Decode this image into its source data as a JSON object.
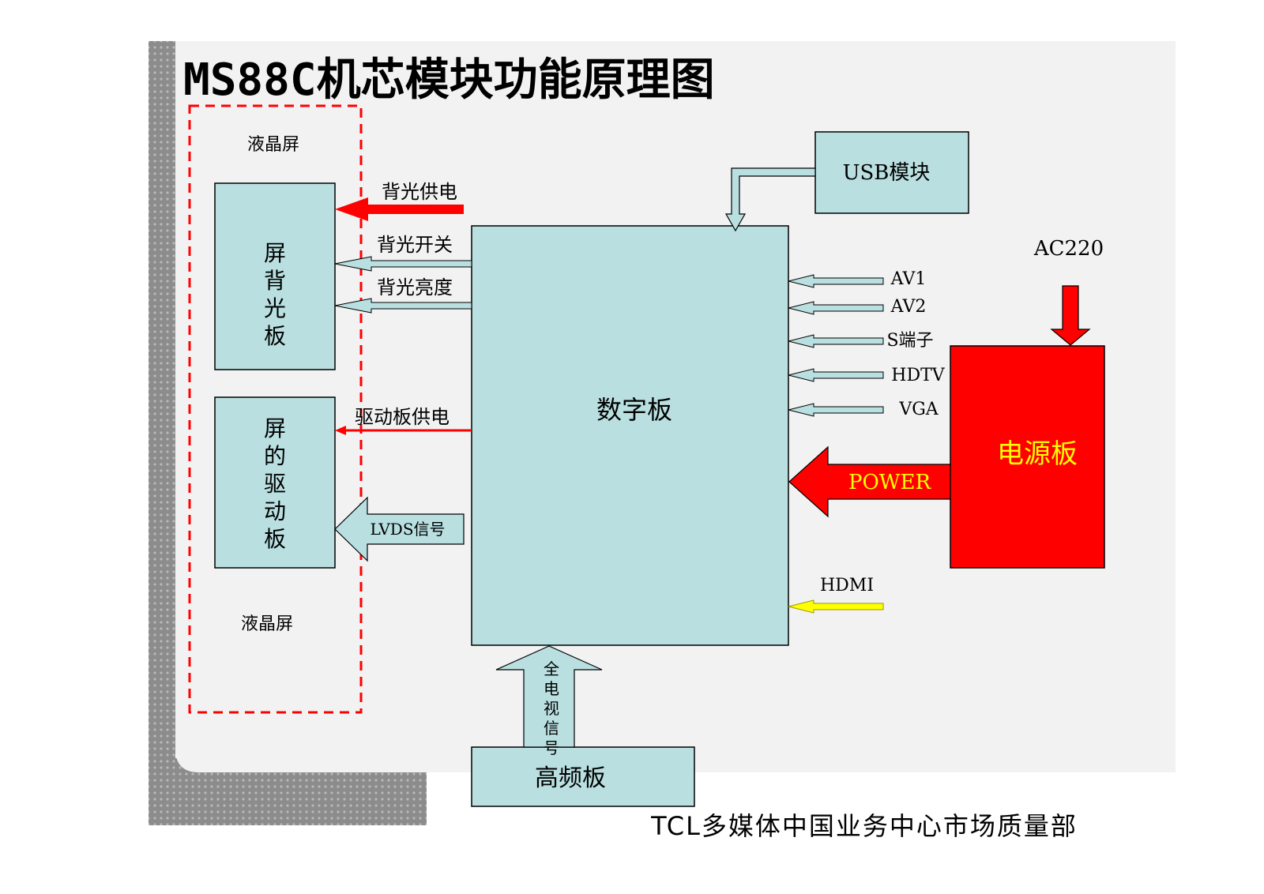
{
  "title": "MS88C机芯模块功能原理图",
  "footer": "TCL多媒体中国业务中心市场质量部",
  "lcd_group": {
    "label_top": "液晶屏",
    "label_bottom": "液晶屏"
  },
  "blocks": {
    "backlight_board": "屏背光板",
    "driver_board": "屏的驱动板",
    "digital_board": "数字板",
    "usb_module": "USB模块",
    "power_board": "电源板",
    "tuner_board": "高频板"
  },
  "signals": {
    "backlight_power": "背光供电",
    "backlight_switch": "背光开关",
    "backlight_brightness": "背光亮度",
    "driver_power": "驱动板供电",
    "lvds": "LVDS信号",
    "power": "POWER",
    "ac220": "AC220",
    "av1": "AV1",
    "av2": "AV2",
    "s_video": "S端子",
    "hdtv": "HDTV",
    "vga": "VGA",
    "hdmi": "HDMI",
    "tv_signal": "全电视信号"
  },
  "colors": {
    "block_fill": "#b9dfe0",
    "red": "#ff0000",
    "power_label": "#ffff00",
    "hdmi_arrow": "#ffff00",
    "panel_bg": "#f2f2f2",
    "frame_gray": "#8c8c8c"
  }
}
